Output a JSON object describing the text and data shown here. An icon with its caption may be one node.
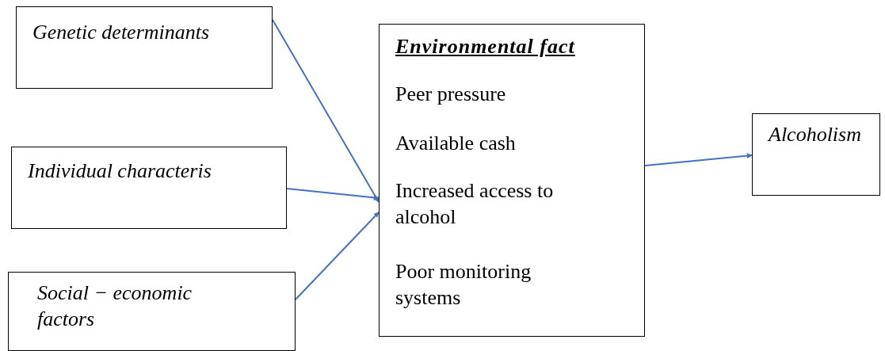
{
  "diagram": {
    "nodes": [
      {
        "text": [
          "Genetic determinants"
        ]
      },
      {
        "text": [
          "Individual characteris"
        ]
      },
      {
        "text": [
          "Social − economic factors"
        ]
      },
      {
        "text": [
          "Environmental fact",
          "Peer pressure",
          "Available cash",
          "Increased access to alcohol",
          "Poor monitoring systems"
        ]
      },
      {
        "text": [
          "Alcoholism"
        ]
      }
    ],
    "edges": [
      {
        "from": 0,
        "to": 3,
        "arrow": "to"
      },
      {
        "from": 1,
        "to": 3,
        "arrow": "to"
      },
      {
        "from": 2,
        "to": 3,
        "arrow": "to"
      },
      {
        "from": 3,
        "to": 4,
        "arrow": "to"
      }
    ]
  }
}
